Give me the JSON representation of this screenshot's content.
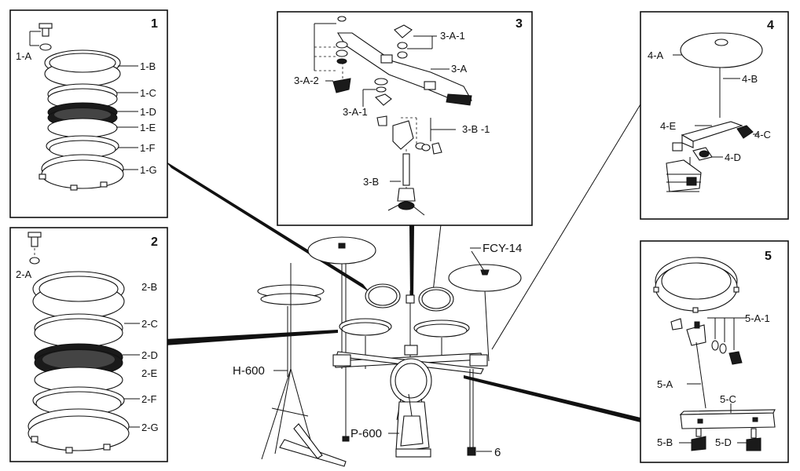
{
  "main": {
    "label_fcy": "FCY-14",
    "label_hihat": "H-600",
    "label_pedal": "P-600",
    "label_stand": "6"
  },
  "panels": {
    "p1": {
      "number": "1",
      "labels": [
        "1-A",
        "1-B",
        "1-C",
        "1-D",
        "1-E",
        "1-F",
        "1-G"
      ]
    },
    "p2": {
      "number": "2",
      "labels": [
        "2-A",
        "2-B",
        "2-C",
        "2-D",
        "2-E",
        "2-F",
        "2-G"
      ]
    },
    "p3": {
      "number": "3",
      "labels": [
        "3-A-1",
        "3-A",
        "3-A-2",
        "3-A-1",
        "3-B -1",
        "3-B"
      ]
    },
    "p4": {
      "number": "4",
      "labels": [
        "4-A",
        "4-B",
        "4-E",
        "4-C",
        "4-D"
      ]
    },
    "p5": {
      "number": "5",
      "labels": [
        "5-A-1",
        "5-A",
        "5-C",
        "5-B",
        "5-D"
      ]
    }
  }
}
